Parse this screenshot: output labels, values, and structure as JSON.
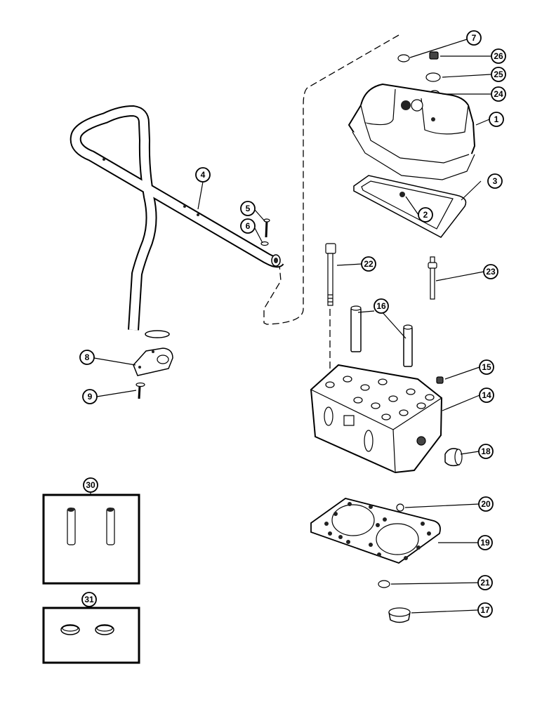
{
  "callouts": {
    "c1": "1",
    "c2": "2",
    "c3": "3",
    "c4": "4",
    "c5": "5",
    "c6": "6",
    "c7": "7",
    "c8": "8",
    "c9": "9",
    "c14": "14",
    "c15": "15",
    "c16": "16",
    "c17": "17",
    "c18": "18",
    "c19": "19",
    "c20": "20",
    "c21": "21",
    "c22": "22",
    "c23": "23",
    "c24": "24",
    "c25": "25",
    "c26": "26",
    "c30": "30",
    "c31": "31"
  }
}
